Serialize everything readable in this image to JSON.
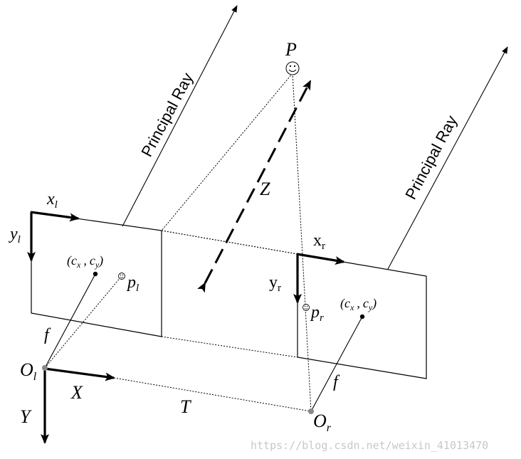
{
  "labels": {
    "principal_ray_left": "Principal Ray",
    "principal_ray_right": "Principal Ray",
    "point_P": "P",
    "z_axis": "Z",
    "x_left_base": "x",
    "x_left_sub": "l",
    "y_left_base": "y",
    "y_left_sub": "l",
    "x_right_base": "x",
    "x_right_sub": "r",
    "y_right_base": "y",
    "y_right_sub": "r",
    "principal_point_left": "(cx , cy)",
    "principal_point_right": "(cx , cy)",
    "image_point_left_base": "p",
    "image_point_left_sub": "l",
    "image_point_right_base": "p",
    "image_point_right_sub": "r",
    "focal_left": "f",
    "focal_right": "f",
    "origin_left_base": "O",
    "origin_left_sub": "l",
    "origin_right_base": "O",
    "origin_right_sub": "r",
    "world_x": "X",
    "world_y": "Y",
    "baseline": "T"
  },
  "principal_point_parts": {
    "left": {
      "open": "(",
      "c1": "c",
      "s1": "x",
      "comma": ",",
      "c2": "c",
      "s2": "y",
      "close": ")"
    },
    "right": {
      "open": "(",
      "c1": "c",
      "s1": "x",
      "comma": ",",
      "c2": "c",
      "s2": "y",
      "close": ")"
    }
  },
  "watermark": "https://blog.csdn.net/weixin_41013470",
  "icons": {
    "object_point": "smiley-face-icon",
    "image_point": "smiley-face-icon"
  },
  "colors": {
    "line": "#000000",
    "origin_dot": "#888888",
    "watermark": "#c8c8c8"
  }
}
